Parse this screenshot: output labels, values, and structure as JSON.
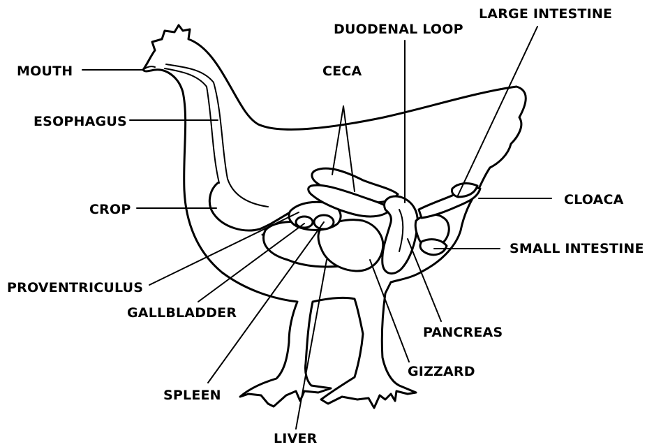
{
  "labels": {
    "mouth": "MOUTH",
    "esophagus": "ESOPHAGUS",
    "crop": "CROP",
    "proventriculus": "PROVENTRICULUS",
    "gallbladder": "GALLBLADDER",
    "spleen": "SPLEEN",
    "liver": "LIVER",
    "ceca": "CECA",
    "duodenal_loop": "DUODENAL LOOP",
    "large_intestine": "LARGE INTESTINE",
    "cloaca": "CLOACA",
    "small_intestine": "SMALL INTESTINE",
    "pancreas": "PANCREAS",
    "gizzard": "GIZZARD"
  }
}
